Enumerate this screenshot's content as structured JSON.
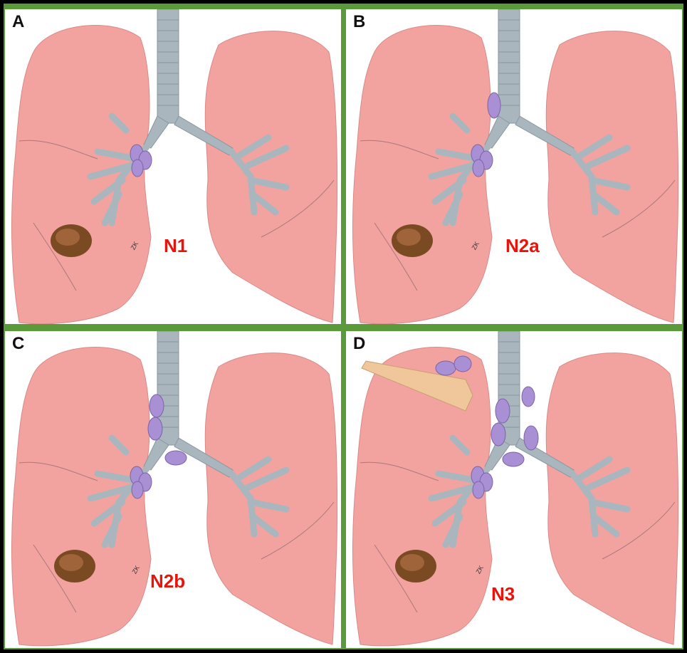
{
  "colors": {
    "frame_border": "#5b9a3a",
    "lung_fill": "#f2a3a0",
    "airway": "#a9b6bd",
    "lymph_node": "#a98fd3",
    "tumor": "#7a4a22",
    "label": "#e8140c"
  },
  "panels": [
    {
      "letter": "A",
      "stage": "N1"
    },
    {
      "letter": "B",
      "stage": "N2a"
    },
    {
      "letter": "C",
      "stage": "N2b"
    },
    {
      "letter": "D",
      "stage": "N3"
    }
  ],
  "signature": "ZK"
}
